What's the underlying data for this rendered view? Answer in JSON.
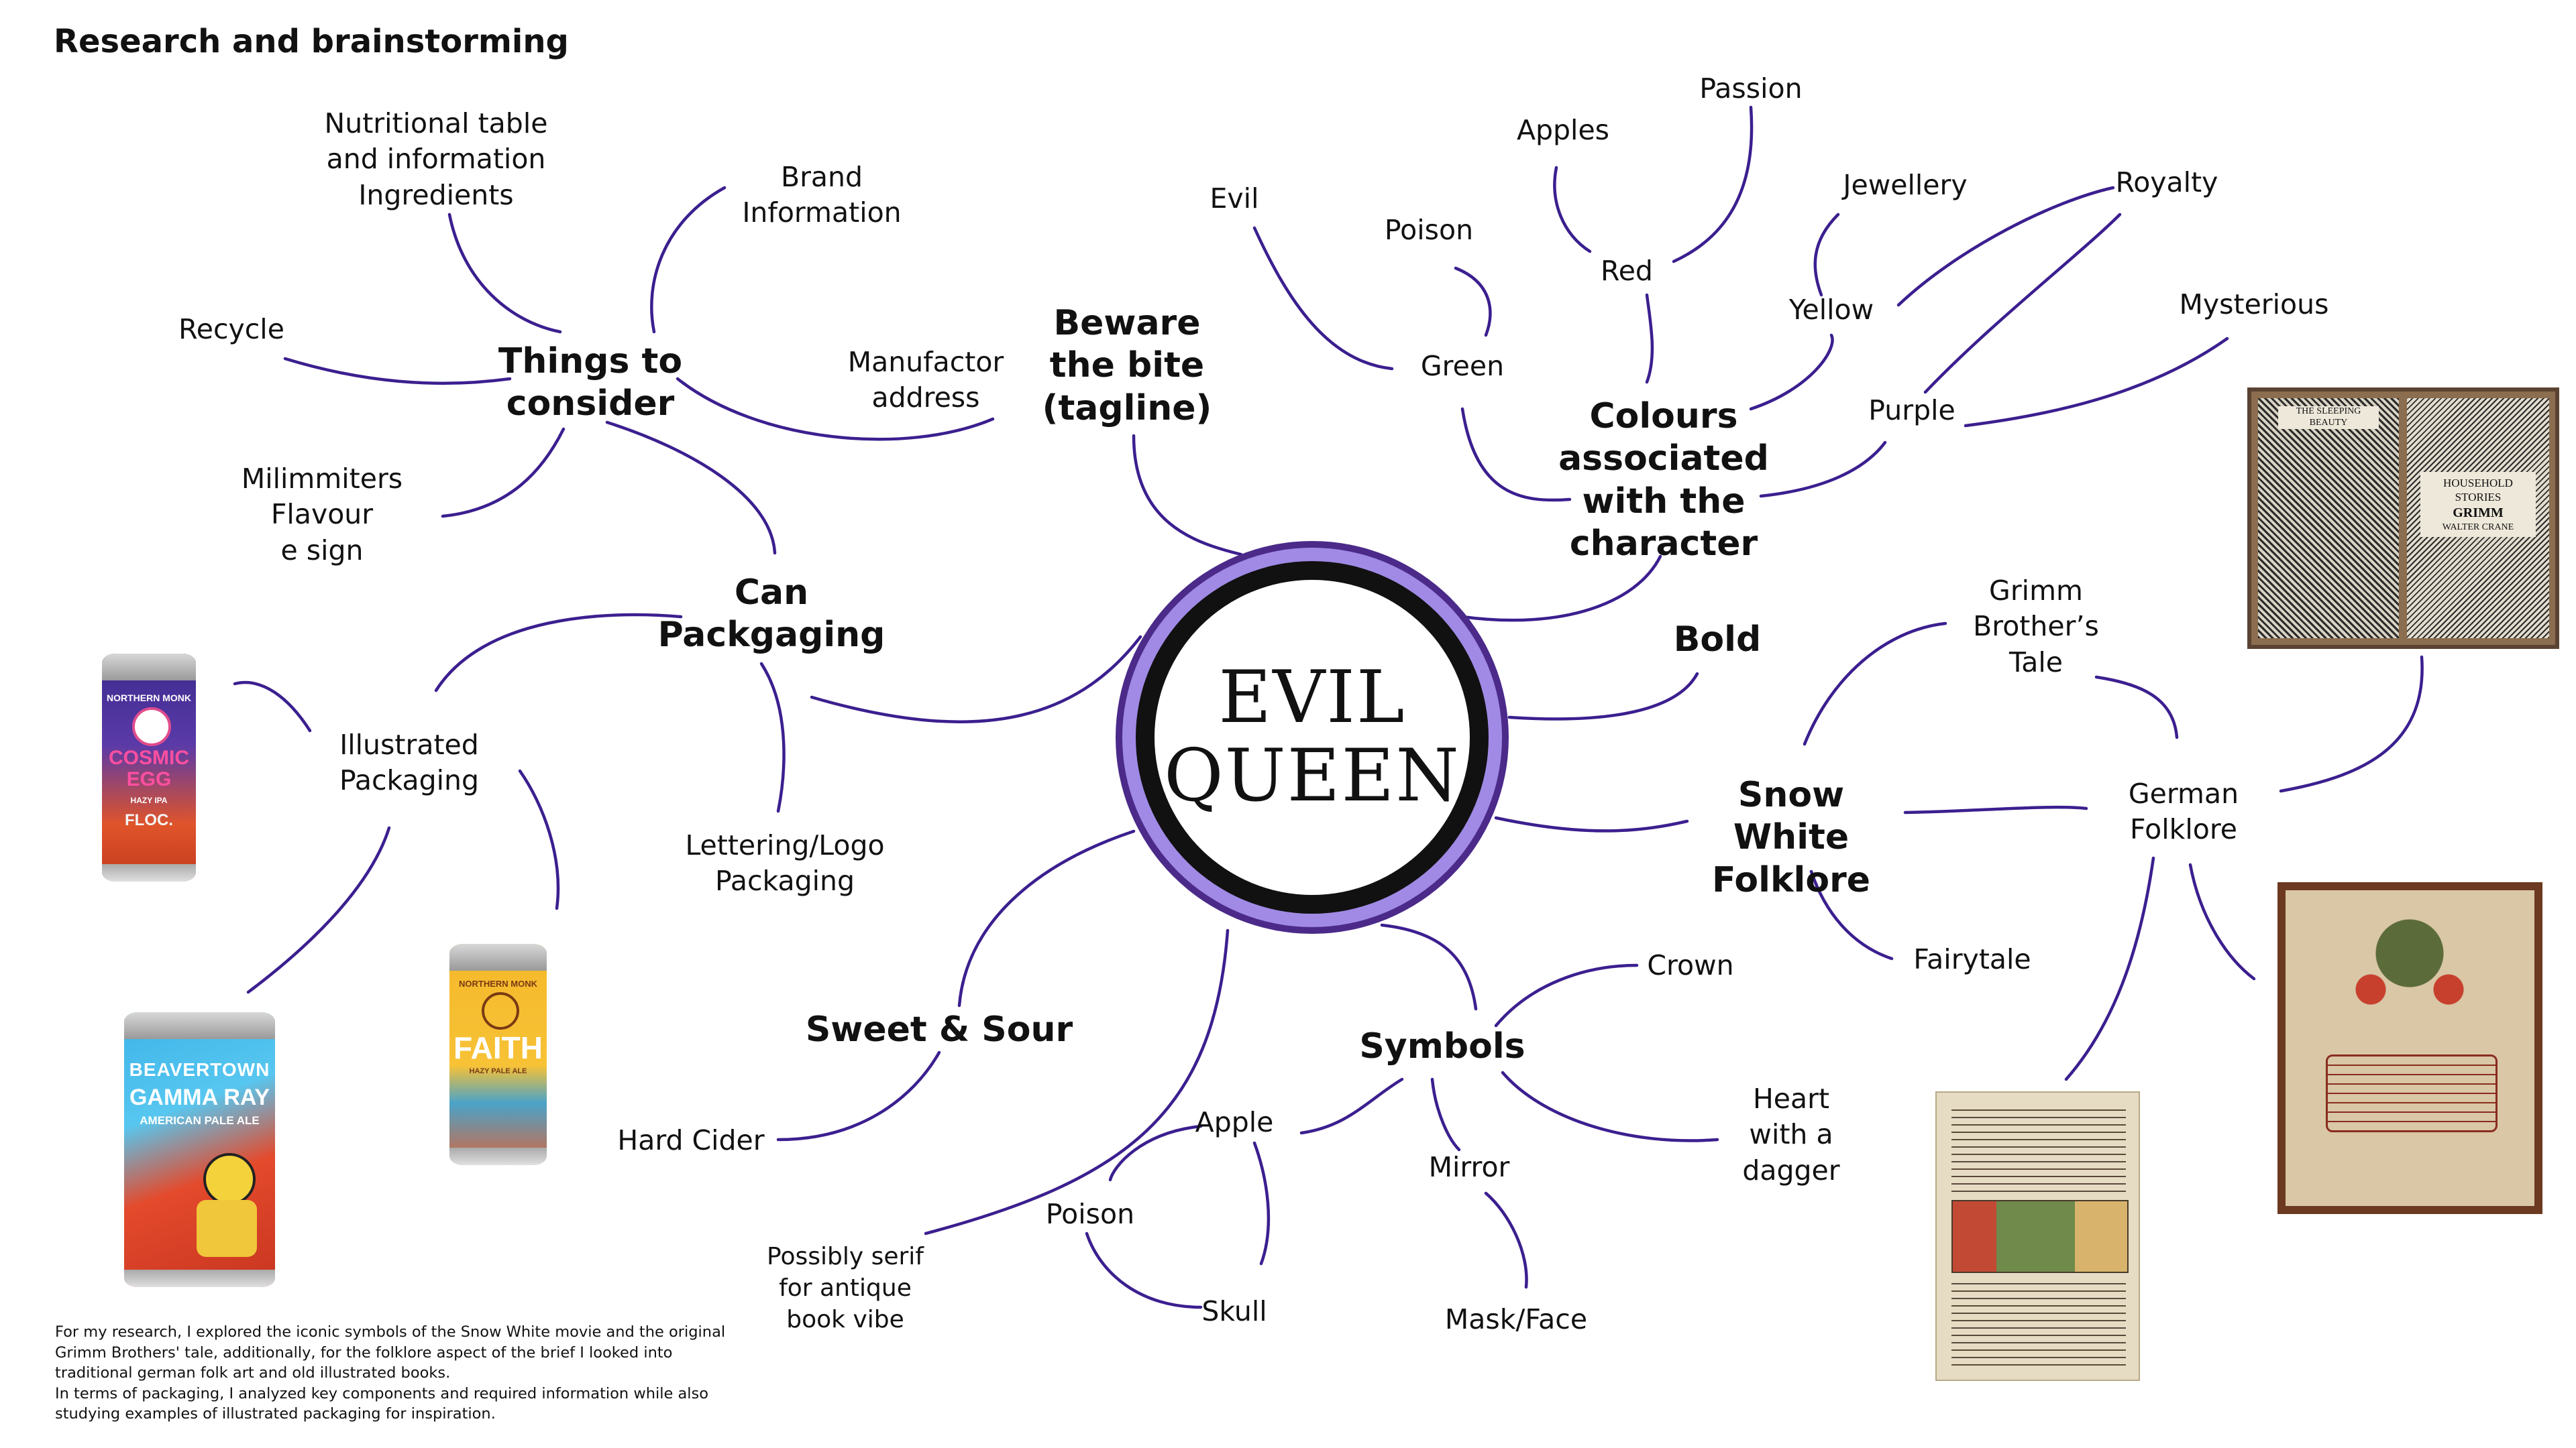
{
  "page_title": "Research and brainstorming",
  "center": {
    "title": "EVIL\nQUEEN"
  },
  "colors": {
    "link": "#3b1f8f",
    "ring_outer": "#4b2a8a",
    "ring_inner": "#a08ae6"
  },
  "nodes": {
    "things_to_consider": "Things to\nconsider",
    "nutritional": "Nutritional table\nand information\nIngredients",
    "brand_info": "Brand\nInformation",
    "recycle": "Recycle",
    "manufactor": "Manufactor\naddress",
    "milimmiters": "Milimmiters\nFlavour\ne sign",
    "can_packaging": "Can\nPackgaging",
    "illustrated_packaging": "Illustrated\nPackaging",
    "lettering_logo": "Lettering/Logo\nPackaging",
    "tagline": "Beware\nthe bite\n(tagline)",
    "evil": "Evil",
    "poison_top": "Poison",
    "green": "Green",
    "apples": "Apples",
    "passion": "Passion",
    "red": "Red",
    "jewellery": "Jewellery",
    "royalty": "Royalty",
    "yellow": "Yellow",
    "mysterious": "Mysterious",
    "purple": "Purple",
    "colours": "Colours\nassociated\nwith the\ncharacter",
    "bold": "Bold",
    "grimm_tale": "Grimm\nBrother’s\nTale",
    "snow_white_folklore": "Snow White\nFolklore",
    "german_folklore": "German\nFolklore",
    "fairytale": "Fairytale",
    "sweet_sour": "Sweet & Sour",
    "hard_cider": "Hard Cider",
    "serif_note": "Possibly serif\nfor antique\nbook vibe",
    "symbols": "Symbols",
    "crown": "Crown",
    "heart_dagger": "Heart\nwith a\ndagger",
    "apple": "Apple",
    "poison_bottom": "Poison",
    "skull": "Skull",
    "mirror": "Mirror",
    "mask_face": "Mask/Face"
  },
  "images": {
    "can1": {
      "brand": "NORTHERN MONK",
      "name": "COSMIC EGG",
      "style": "HAZY IPA",
      "collab": "FLOC."
    },
    "can2": {
      "brand": "NORTHERN MONK",
      "name": "FAITH",
      "style": "HAZY PALE ALE"
    },
    "can3": {
      "line1": "BEAVERTOWN",
      "line2": "GAMMA RAY",
      "line3": "AMERICAN PALE ALE"
    },
    "book1": {
      "left_title": "THE SLEEPING BEAUTY",
      "right_title": "HOUSEHOLD STORIES",
      "author": "GRIMM",
      "illustrator": "WALTER CRANE"
    }
  },
  "footnote": "For my research, I explored the iconic symbols of the Snow White movie and the original\nGrimm Brothers' tale, additionally, for the folklore aspect of the brief I looked into\ntraditional german folk art and old illustrated books.\nIn terms of packaging, I analyzed key components and required information while also\nstudying examples of illustrated packaging for inspiration."
}
